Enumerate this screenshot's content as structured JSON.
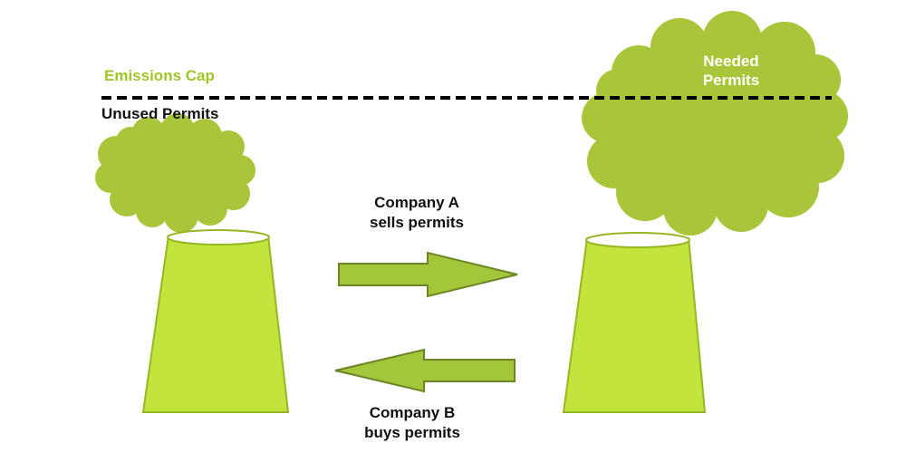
{
  "colors": {
    "tower_fill": "#c3e33d",
    "tower_stroke": "#95b723",
    "tower_top": "#ffffff",
    "cloud": "#a9c53a",
    "arrow_fill": "#a3c63b",
    "arrow_stroke": "#6c8423",
    "cap_line": "#000000",
    "cap_label": "#9ec62a"
  },
  "labels": {
    "emissions_cap": "Emissions Cap",
    "unused_permits": "Unused Permits",
    "needed_permits_line1": "Needed",
    "needed_permits_line2": "Permits",
    "company_a_line1": "Company A",
    "company_a_line2": "sells permits",
    "company_b_line1": "Company B",
    "company_b_line2": "buys permits"
  }
}
